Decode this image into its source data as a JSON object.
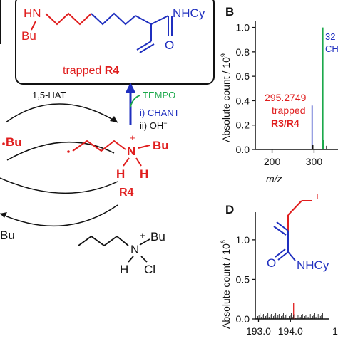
{
  "colors": {
    "red": "#e01e1e",
    "blue": "#1f2fbf",
    "green": "#1aa84a",
    "black": "#111111"
  },
  "scheme": {
    "top_box": {
      "amine_hn": "HN",
      "amine_bu": "Bu",
      "amide": "NHCy",
      "carbonyl_o": "O",
      "caption_text": "trapped",
      "caption_species": "R4"
    },
    "hat_label": "1,5-HAT",
    "trap_step1": "TEMPO",
    "trap_step2": "i) CHANT",
    "trap_step3": "ii) OH",
    "trap_step3_sup": "−",
    "left_bu_red": "Bu",
    "left_bu_black": "Bu",
    "r4": {
      "n": "N",
      "plus": "+",
      "bu": "Bu",
      "h1": "H",
      "h2": "H",
      "label": "R4"
    },
    "precursor": {
      "n": "N",
      "plus": "+",
      "bu": "Bu",
      "h": "H",
      "cl": "Cl"
    }
  },
  "panel_b": {
    "letter": "B",
    "ylabel_main": "Absolute count / 10",
    "ylabel_exp": "9",
    "xlabel": "m/z",
    "peak_label_mz": "295.2749",
    "peak_label_l1": "trapped",
    "peak_label_l2": "R3/R4",
    "right_label_blue": "32",
    "right_label_green": "CH"
  },
  "panel_d": {
    "letter": "D",
    "ylabel_main": "Absolute count / 10",
    "ylabel_exp": "6",
    "plus": "+",
    "amide": "NHCy",
    "carbonyl_o": "O"
  },
  "chart_data": [
    {
      "type": "bar",
      "panel": "B",
      "xlabel": "m/z",
      "ylabel": "Absolute count / 10^9",
      "xlim": [
        160,
        340
      ],
      "ylim": [
        0,
        1.05
      ],
      "x_ticks": [
        200,
        300
      ],
      "y_ticks": [
        0.0,
        0.2,
        0.4,
        0.6,
        0.8,
        1.0
      ],
      "peaks": [
        {
          "x": 295.27,
          "y": 0.36,
          "color": "#1f2fbf"
        },
        {
          "x": 297.0,
          "y": 0.04,
          "color": "#111111"
        },
        {
          "x": 321.0,
          "y": 1.0,
          "color": "#1aa84a"
        },
        {
          "x": 322.5,
          "y": 0.08,
          "color": "#1aa84a"
        },
        {
          "x": 330.0,
          "y": 0.03,
          "color": "#111111"
        }
      ]
    },
    {
      "type": "bar",
      "panel": "D",
      "xlabel": "",
      "ylabel": "Absolute count / 10^6",
      "xlim": [
        192.9,
        195.0
      ],
      "ylim": [
        0,
        1.35
      ],
      "x_ticks": [
        193.0,
        194.0
      ],
      "x_tick_labels": [
        "193.0",
        "194.0",
        "1"
      ],
      "y_ticks": [
        0.0,
        0.5,
        1.0
      ],
      "peaks": [
        {
          "x": 194.1,
          "y": 0.2,
          "color": "#e01e1e"
        }
      ]
    }
  ]
}
